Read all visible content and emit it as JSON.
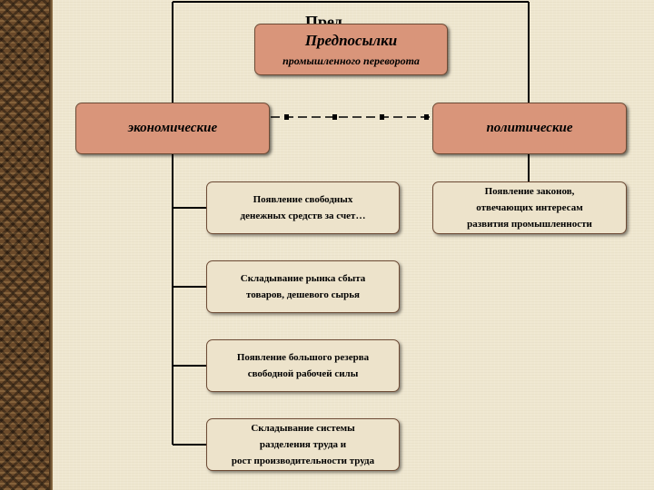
{
  "diagram": {
    "hidden_title": "Пред",
    "root": {
      "title": "Предпосылки",
      "subtitle": "промышленного переворота"
    },
    "categories": [
      {
        "label": "экономические",
        "items": [
          {
            "lines": [
              "Появление свободных",
              "денежных средств за счет…"
            ]
          },
          {
            "lines": [
              "Складывание рынка сбыта",
              "товаров, дешевого сырья"
            ]
          },
          {
            "lines": [
              "Появление большого резерва",
              "свободной рабочей силы"
            ]
          },
          {
            "lines": [
              "Складывание системы",
              "разделения труда и",
              "рост производительности труда"
            ]
          }
        ]
      },
      {
        "label": "политические",
        "items": [
          {
            "lines": [
              "Появление законов,",
              "отвечающих интересам",
              "развития промышленности"
            ]
          }
        ]
      }
    ]
  },
  "colors": {
    "main_box": "#d9957a",
    "sub_box": "#ede3cb",
    "background": "#efe7d0",
    "sidebar": "#6b4a2a"
  }
}
